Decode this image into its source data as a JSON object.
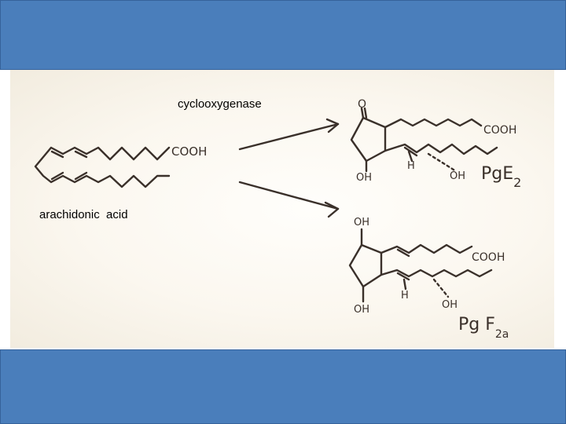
{
  "slide": {
    "enzyme_label": "cyclooxygenase",
    "substrate_label": "arachidonic  acid"
  },
  "handwriting": {
    "substrate_group": "COOH",
    "pge2": {
      "keto": "O",
      "acid": "COOH",
      "hydroxyl_ring": "OH",
      "hydrogen": "H",
      "hydroxyl_chain": "OH",
      "name_main": "PgE",
      "name_sub": "2"
    },
    "pgf2a": {
      "hydroxyl_top": "OH",
      "acid": "COOH",
      "hydrogen": "H",
      "hydroxyl_chain": "OH",
      "hydroxyl_ring": "OH",
      "name_main": "Pg F",
      "name_sub": "2a"
    }
  },
  "colors": {
    "banner": "#4a7ebb",
    "ink": "#3a302a"
  }
}
